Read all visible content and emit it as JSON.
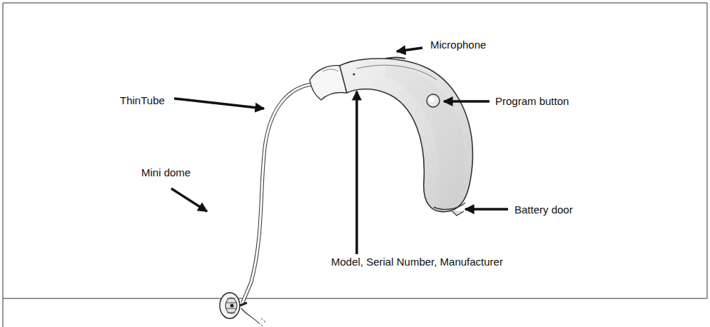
{
  "diagram": {
    "labels": [
      "Microphone",
      "ThinTube",
      "Program button",
      "Mini dome",
      "Battery door",
      "Model, Serial Number, Manufacturer"
    ]
  }
}
